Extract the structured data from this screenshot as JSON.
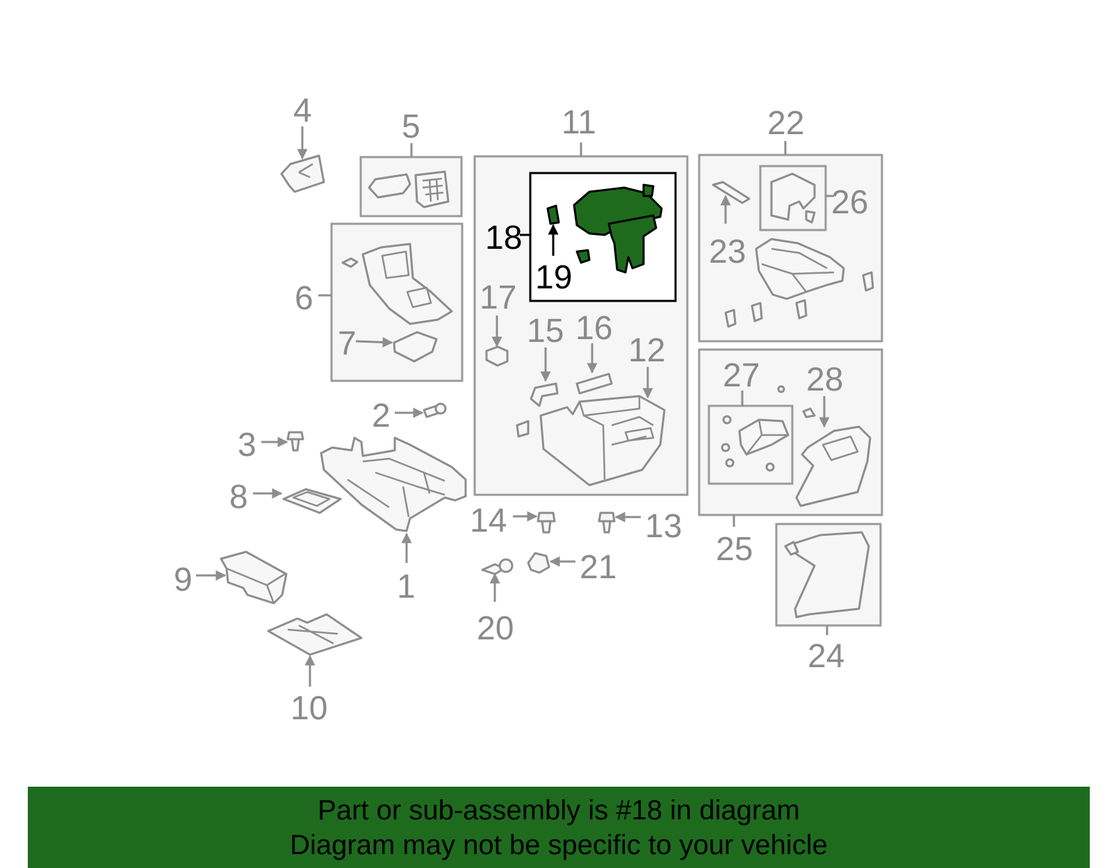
{
  "callouts": {
    "c1": "1",
    "c2": "2",
    "c3": "3",
    "c4": "4",
    "c5": "5",
    "c6": "6",
    "c7": "7",
    "c8": "8",
    "c9": "9",
    "c10": "10",
    "c11": "11",
    "c12": "12",
    "c13": "13",
    "c14": "14",
    "c15": "15",
    "c16": "16",
    "c17": "17",
    "c18": "18",
    "c19": "19",
    "c20": "20",
    "c21": "21",
    "c22": "22",
    "c23": "23",
    "c24": "24",
    "c25": "25",
    "c26": "26",
    "c27": "27",
    "c28": "28"
  },
  "highlighted_part": "18",
  "colors": {
    "highlight": "#1e6b1e",
    "line_art": "#8d8d8d",
    "highlight_outline": "#000000"
  },
  "banner": {
    "line1": "Part or sub-assembly is #18 in diagram",
    "line2": "Diagram may not be specific to your vehicle"
  }
}
